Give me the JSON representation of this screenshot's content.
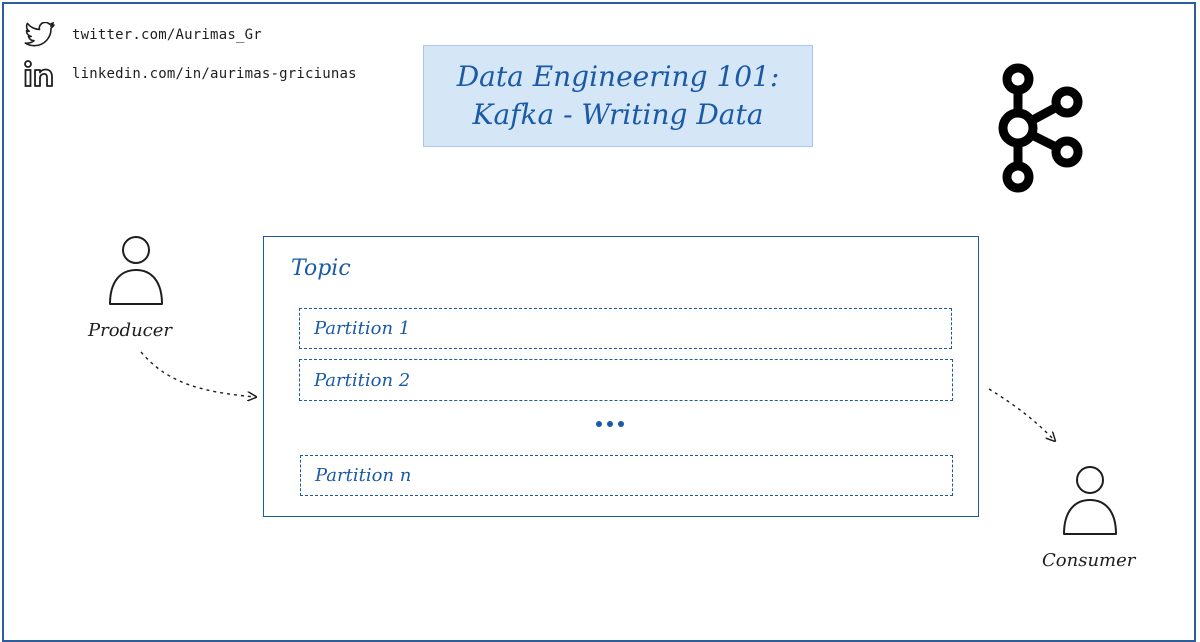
{
  "social": {
    "twitter": "twitter.com/Aurimas_Gr",
    "linkedin": "linkedin.com/in/aurimas-griciunas"
  },
  "title": {
    "line1": "Data Engineering 101:",
    "line2": "Kafka - Writing Data"
  },
  "producer": {
    "label": "Producer"
  },
  "consumer": {
    "label": "Consumer"
  },
  "topic": {
    "label": "Topic",
    "partitions": [
      "Partition 1",
      "Partition 2",
      "Partition n"
    ],
    "ellipsis": "..."
  },
  "icons": [
    "twitter-icon",
    "linkedin-icon",
    "kafka-logo",
    "person-icon"
  ],
  "colors": {
    "accent": "#1a5aa6",
    "title_bg": "#d5e6f6",
    "frame": "#2e5d9c"
  }
}
